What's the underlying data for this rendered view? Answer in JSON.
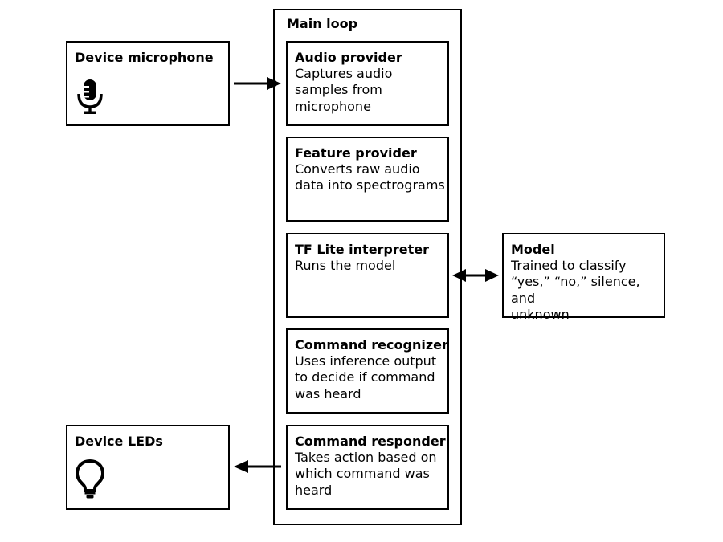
{
  "main_loop": {
    "title": "Main loop"
  },
  "device_microphone": {
    "title": "Device microphone",
    "icon": "microphone-icon"
  },
  "device_leds": {
    "title": "Device LEDs",
    "icon": "lightbulb-icon"
  },
  "audio_provider": {
    "title": "Audio provider",
    "description": "Captures audio\nsamples from\nmicrophone"
  },
  "feature_provider": {
    "title": "Feature provider",
    "description": "Converts raw audio\ndata into spectrograms"
  },
  "tflite_interpreter": {
    "title": "TF Lite interpreter",
    "description": "Runs the model"
  },
  "command_recognizer": {
    "title": "Command recognizer",
    "description": "Uses inference output\nto decide if command\nwas heard"
  },
  "command_responder": {
    "title": "Command responder",
    "description": "Takes action based on\nwhich command was\nheard"
  },
  "model": {
    "title": "Model",
    "description": "Trained to classify\n“yes,” “no,” silence, and\nunknown"
  },
  "connections": [
    {
      "from": "Device microphone",
      "to": "Audio provider",
      "direction": "one-way"
    },
    {
      "from": "TF Lite interpreter",
      "to": "Model",
      "direction": "two-way"
    },
    {
      "from": "Command responder",
      "to": "Device LEDs",
      "direction": "one-way"
    }
  ]
}
